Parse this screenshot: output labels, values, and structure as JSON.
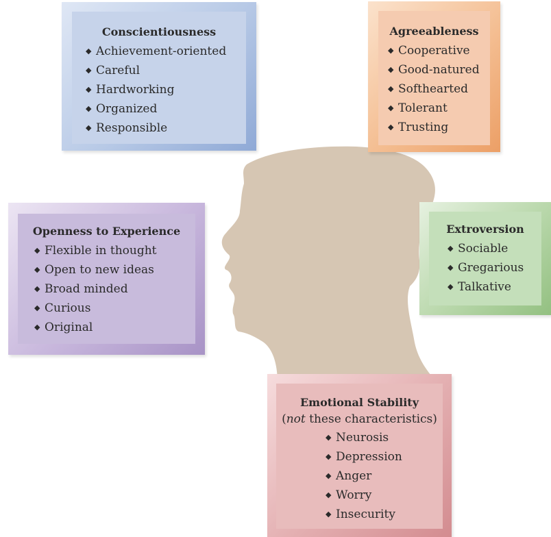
{
  "cards": {
    "conscientiousness": {
      "title": "Conscientiousness",
      "items": [
        "Achievement-oriented",
        "Careful",
        "Hardworking",
        "Organized",
        "Responsible"
      ]
    },
    "agreeableness": {
      "title": "Agreeableness",
      "items": [
        "Cooperative",
        "Good-natured",
        "Softhearted",
        "Tolerant",
        "Trusting"
      ]
    },
    "openness": {
      "title": "Openness to Experience",
      "items": [
        "Flexible in thought",
        "Open to new ideas",
        "Broad minded",
        "Curious",
        "Original"
      ]
    },
    "extroversion": {
      "title": "Extroversion",
      "items": [
        "Sociable",
        "Gregarious",
        "Talkative"
      ]
    },
    "emotional_stability": {
      "title": "Emotional Stability",
      "subtitle_emphasis": "not",
      "subtitle_rest": " these characteristics)",
      "subtitle_open": "(",
      "items": [
        "Neurosis",
        "Depression",
        "Anger",
        "Worry",
        "Insecurity"
      ]
    }
  },
  "bullet_glyph": "◆",
  "colors": {
    "head": "#d6c6b3",
    "conscientiousness": "#c6d3ea",
    "agreeableness": "#f5cbb0",
    "openness": "#c8bbdc",
    "extroversion": "#c4dfba",
    "emotional_stability": "#e8bcbc"
  }
}
